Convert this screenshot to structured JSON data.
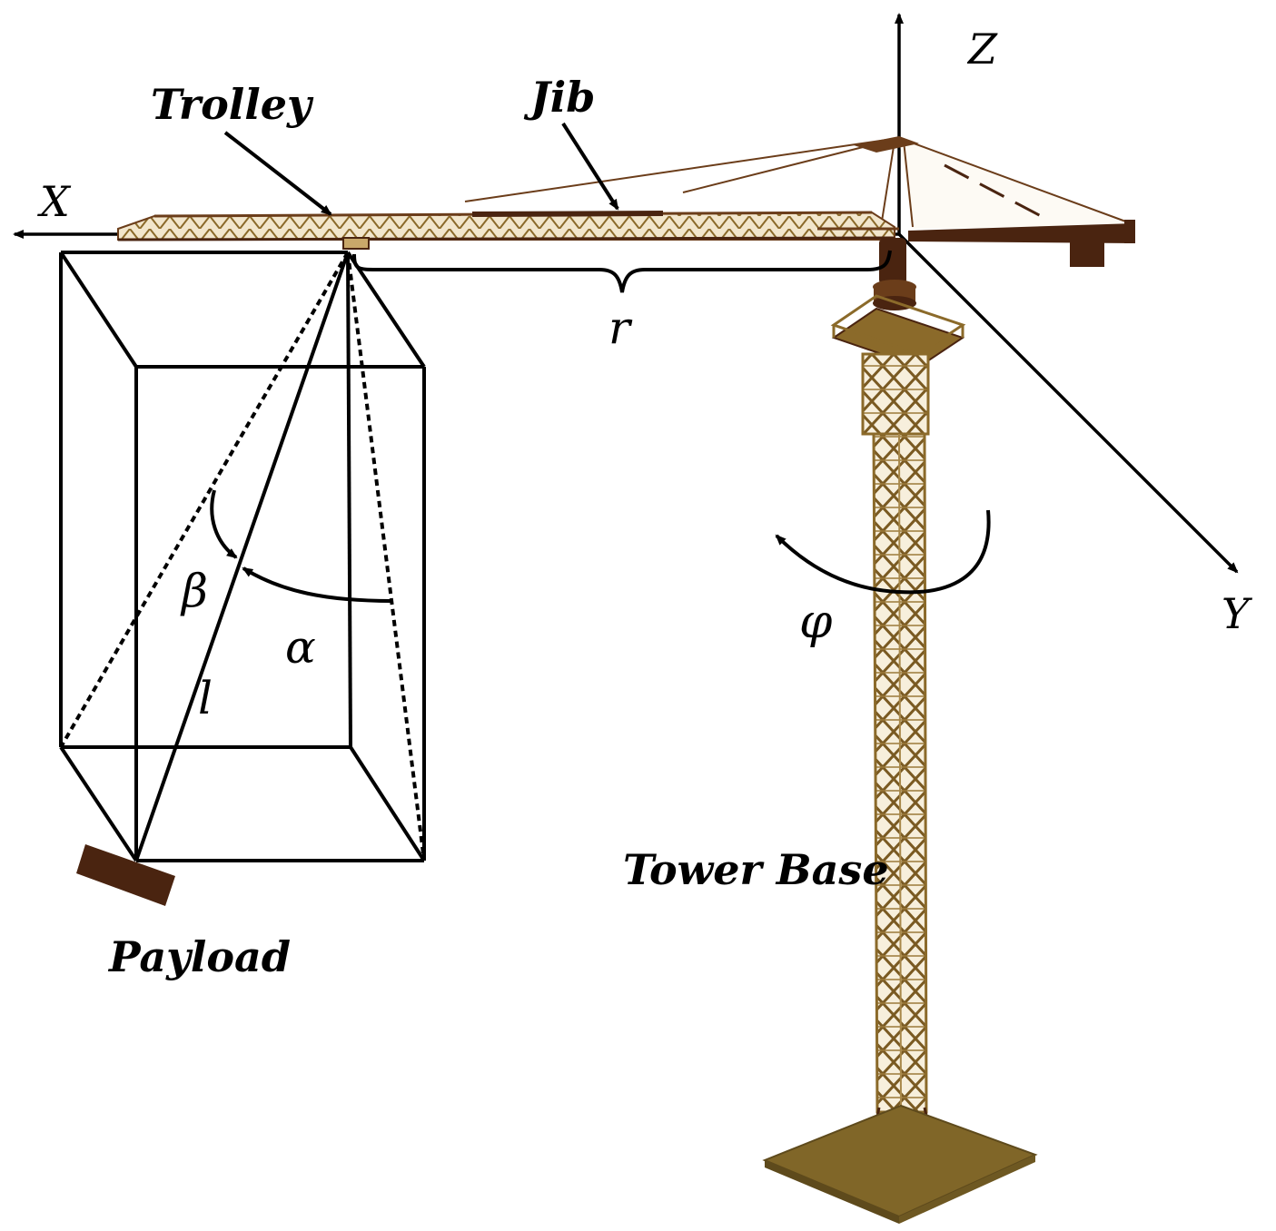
{
  "labels": {
    "trolley": "Trolley",
    "jib": "Jib",
    "tower_base": "Tower Base",
    "payload": "Payload"
  },
  "axes": {
    "x": "X",
    "y": "Y",
    "z": "Z"
  },
  "symbols": {
    "r": "r",
    "l": "l",
    "alpha": "α",
    "beta": "β",
    "phi": "φ"
  },
  "colors": {
    "line": "#000000",
    "crane_dark": "#4a2410",
    "crane_brown": "#6b3d1a",
    "tower_gold": "#8b6a2a",
    "base_gold": "#806628"
  }
}
